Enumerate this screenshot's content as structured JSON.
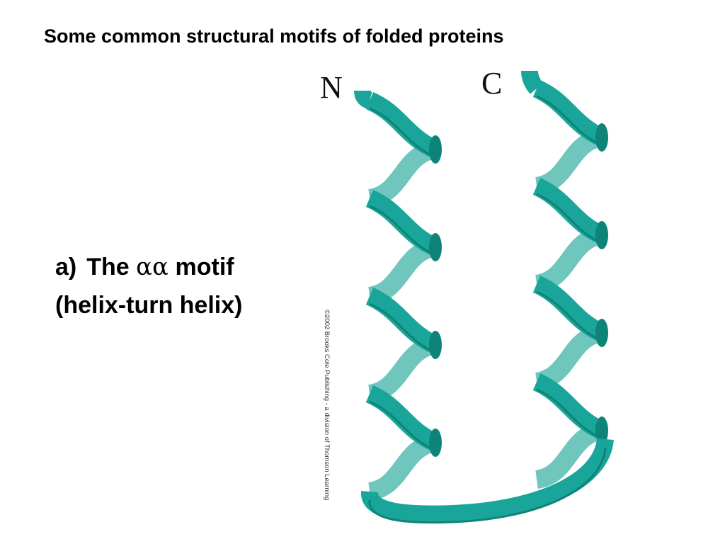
{
  "slide": {
    "title": "Some common structural motifs of folded proteins",
    "motif_prefix": "a)",
    "motif_the": "The",
    "motif_symbol": "αα",
    "motif_word": "motif",
    "motif_subtitle": "(helix-turn helix)"
  },
  "diagram": {
    "n_label": "N",
    "c_label": "C",
    "copyright": "©2002 Brooks Cole Publishing - a division of Thomson Learning",
    "ribbon_color": "#19a59a",
    "ribbon_back_color": "#6fc6bd",
    "ribbon_edge_color": "#0e8378",
    "helix_turns": 4
  }
}
